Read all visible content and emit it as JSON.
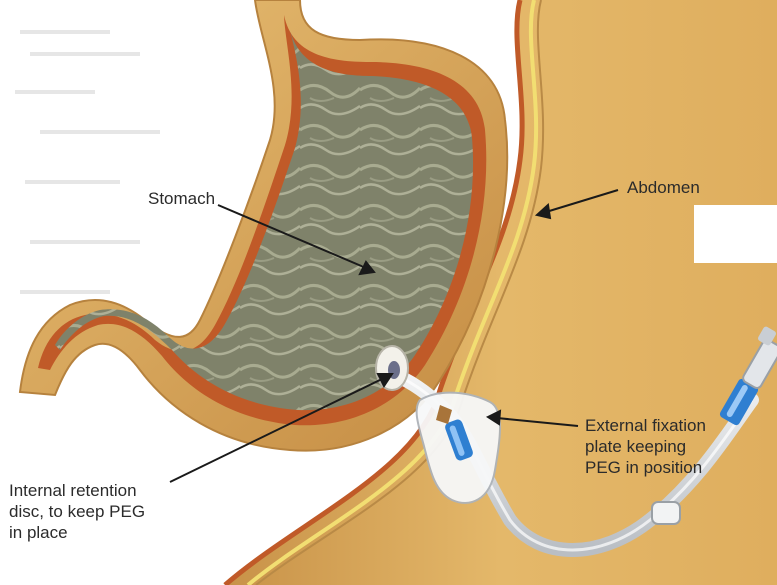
{
  "labels": {
    "stomach": "Stomach",
    "abdomen": "Abdomen",
    "fixation_plate": "External fixation\nplate keeping\nPEG in position",
    "retention_disc": "Internal retention\ndisc, to keep PEG\nin place"
  },
  "colors": {
    "tissue": "#dcae5f",
    "tissue_light": "#ebc47d",
    "tissue_dark": "#b6823e",
    "wall_outline": "#c05a28",
    "mucosa": "#7f826a",
    "mucosa_light": "#b6b89e",
    "skin_line": "#f2de72",
    "tube": "#d9dce0",
    "connector": "#2f7fd1"
  }
}
